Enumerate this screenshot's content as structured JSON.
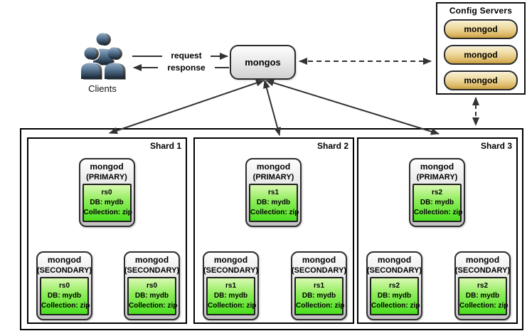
{
  "clients": {
    "label": "Clients"
  },
  "links": {
    "request_label": "request",
    "response_label": "response"
  },
  "router": {
    "label": "mongos"
  },
  "config_servers": {
    "title": "Config Servers",
    "nodes": [
      "mongod",
      "mongod",
      "mongod"
    ]
  },
  "shards": [
    {
      "label": "Shard 1",
      "primary": {
        "name": "mongod",
        "role": "(PRIMARY)",
        "replica_set": "rs0",
        "db": "DB: mydb",
        "collection": "Collection: zip"
      },
      "secondary_left": {
        "name": "mongod",
        "role": "(SECONDARY)",
        "replica_set": "rs0",
        "db": "DB: mydb",
        "collection": "Collection: zip"
      },
      "secondary_right": {
        "name": "mongod",
        "role": "(SECONDARY)",
        "replica_set": "rs0",
        "db": "DB: mydb",
        "collection": "Collection: zip"
      }
    },
    {
      "label": "Shard 2",
      "primary": {
        "name": "mongod",
        "role": "(PRIMARY)",
        "replica_set": "rs1",
        "db": "DB: mydb",
        "collection": "Collection: zip"
      },
      "secondary_left": {
        "name": "mongod",
        "role": "(SECONDARY)",
        "replica_set": "rs1",
        "db": "DB: mydb",
        "collection": "Collection: zip"
      },
      "secondary_right": {
        "name": "mongod",
        "role": "(SECONDARY)",
        "replica_set": "rs1",
        "db": "DB: mydb",
        "collection": "Collection: zip"
      }
    },
    {
      "label": "Shard 3",
      "primary": {
        "name": "mongod",
        "role": "(PRIMARY)",
        "replica_set": "rs2",
        "db": "DB: mydb",
        "collection": "Collection: zip"
      },
      "secondary_left": {
        "name": "mongod",
        "role": "(SECONDARY)",
        "replica_set": "rs2",
        "db": "DB: mydb",
        "collection": "Collection: zip"
      },
      "secondary_right": {
        "name": "mongod",
        "role": "(SECONDARY)",
        "replica_set": "rs2",
        "db": "DB: mydb",
        "collection": "Collection: zip"
      }
    }
  ],
  "colors": {
    "arrow": "#333333",
    "config_gold": "#e2c57c",
    "replica_green": "#55e02a",
    "node_gray": "#d6d6d6",
    "client_blue": "#3e5a77"
  }
}
